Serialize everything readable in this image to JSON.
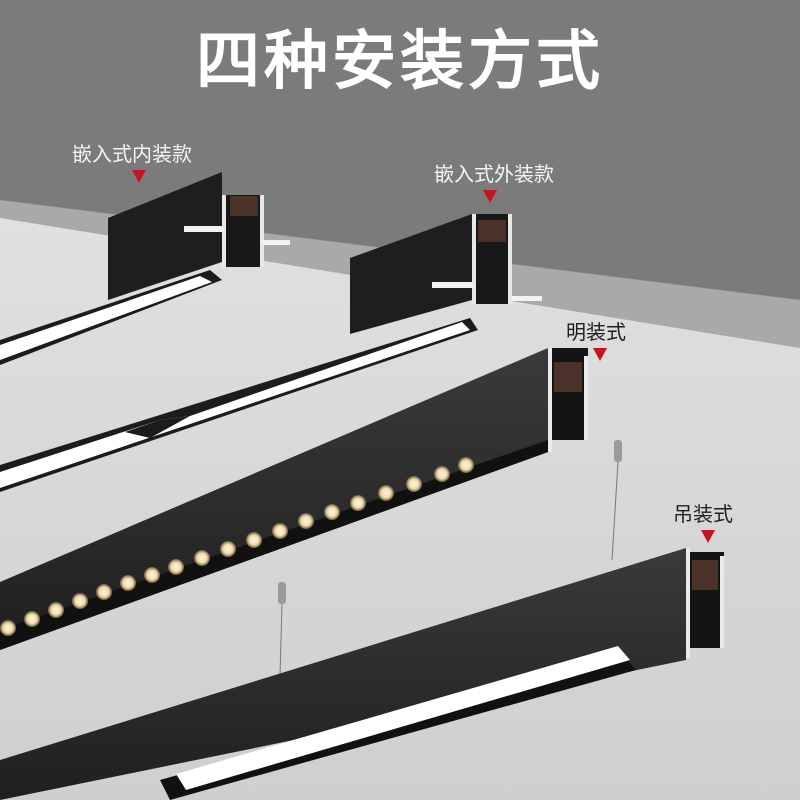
{
  "title": "四种安装方式",
  "labels": [
    {
      "id": "recessed-inner",
      "text": "嵌入式内装款"
    },
    {
      "id": "recessed-outer",
      "text": "嵌入式外装款"
    },
    {
      "id": "surface",
      "text": "明装式"
    },
    {
      "id": "pendant",
      "text": "吊装式"
    }
  ],
  "colors": {
    "wall": "#7a7a7a",
    "ceiling": "#d8d8d8",
    "ceiling_edge": "#bdbdbd",
    "fixture": "#2a2a2a",
    "light": "#ffffff",
    "arrow": "#c8141e"
  }
}
